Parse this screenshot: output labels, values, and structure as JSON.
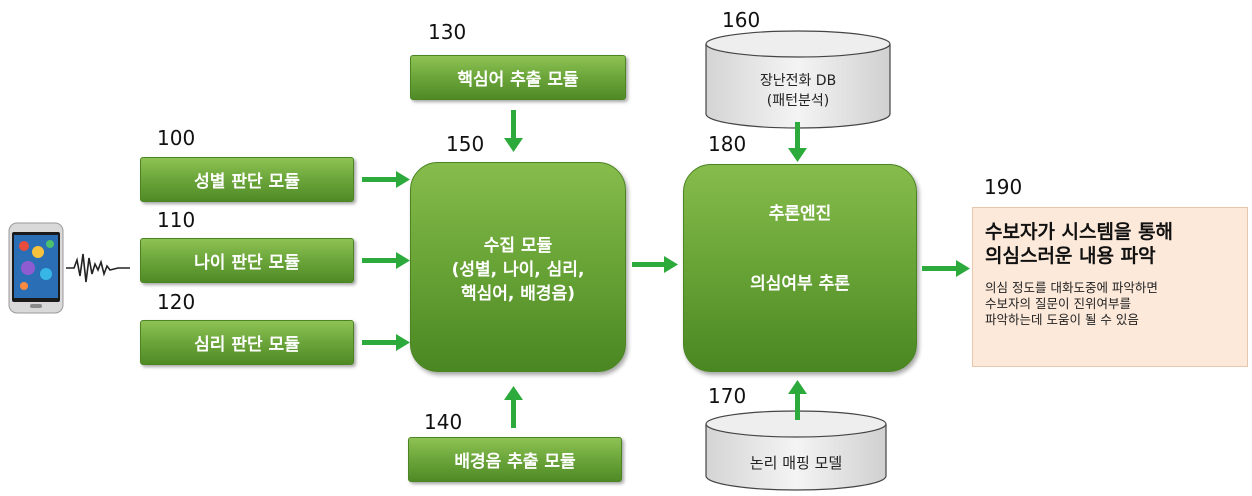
{
  "numbers": {
    "n100": "100",
    "n110": "110",
    "n120": "120",
    "n130": "130",
    "n140": "140",
    "n150": "150",
    "n160": "160",
    "n170": "170",
    "n180": "180",
    "n190": "190"
  },
  "modules": {
    "gender": "성별 판단 모듈",
    "age": "나이 판단 모듈",
    "psych": "심리 판단 모듈",
    "keyword": "핵심어 추출 모듈",
    "background": "배경음 추출 모듈"
  },
  "collection": {
    "line1": "수집 모듈",
    "line2": "(성별, 나이, 심리,",
    "line3": "핵심어, 배경음)"
  },
  "inference": {
    "title": "추론엔진",
    "label": "의심여부 추론"
  },
  "db": {
    "prank_line1": "장난전화 DB",
    "prank_line2": "(패턴분석)",
    "logic": "논리 매핑 모델"
  },
  "result": {
    "title_line1": "수보자가 시스템을 통해",
    "title_line2": "의심스러운 내용 파악",
    "body_line1": "의심 정도를 대화도중에 파악하면",
    "body_line2": "수보자의 질문이 진위여부를",
    "body_line3": "파악하는데 도움이 될 수 있음"
  },
  "colors": {
    "module_green": "#6ea83c",
    "arrow_green": "#2daa3c",
    "result_bg": "#fce9da",
    "db_gray": "#e6e6e6"
  }
}
